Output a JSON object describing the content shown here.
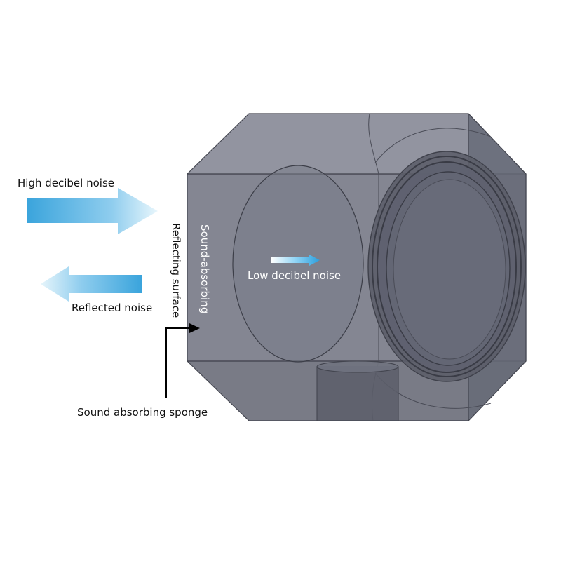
{
  "labels": {
    "high_decibel_noise": "High decibel noise",
    "reflected_noise": "Reflected noise",
    "reflecting_surface": "Reflecting surface",
    "sound_absorbing": "Sound-absorbing",
    "low_decibel_noise": "Low decibel noise",
    "sound_absorbing_sponge": "Sound absorbing sponge"
  },
  "colors": {
    "body_fill": "#6c6f7d",
    "edge_line": "#43454f",
    "arrow_light": "#e8f6fc",
    "arrow_dark": "#3aa4dc",
    "pointer": "#000000"
  }
}
